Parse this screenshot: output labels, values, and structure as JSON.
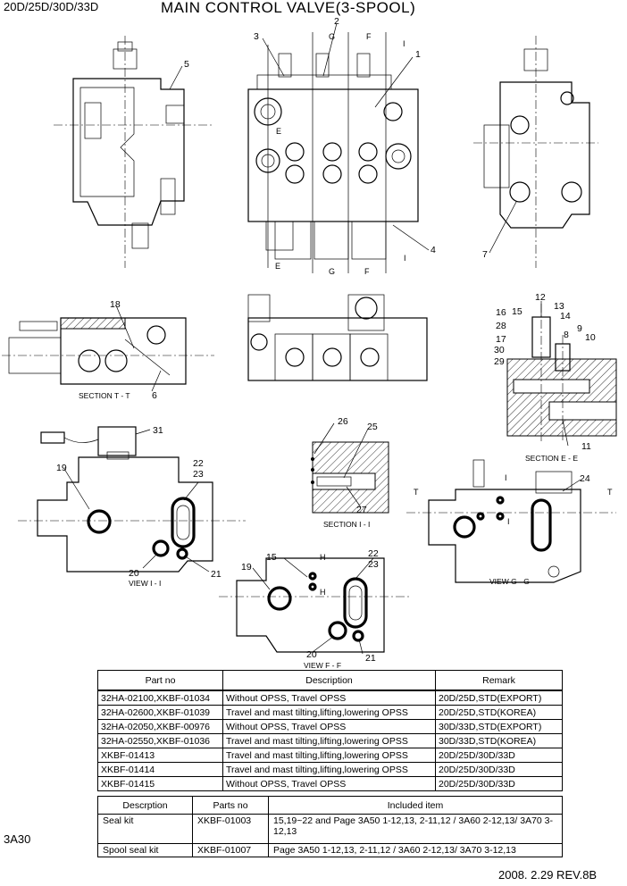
{
  "header": {
    "model_code": "20D/25D/30D/33D",
    "title": "MAIN CONTROL VALVE(3-SPOOL)"
  },
  "drawing": {
    "callouts": [
      "1",
      "2",
      "3",
      "4",
      "5",
      "6",
      "7",
      "8",
      "9",
      "10",
      "11",
      "12",
      "13",
      "14",
      "15",
      "16",
      "17",
      "18",
      "19",
      "20",
      "21",
      "22",
      "23",
      "24",
      "25",
      "26",
      "27",
      "28",
      "29",
      "30",
      "31"
    ],
    "section_letters": [
      "G",
      "F",
      "I",
      "E",
      "T",
      "H"
    ],
    "captions": {
      "section_t": "SECTION T - T",
      "section_e": "SECTION E - E",
      "section_i": "SECTION I - I",
      "view_i": "VIEW I - I",
      "view_g": "VIEW G - G",
      "view_f": "VIEW F - F"
    }
  },
  "parts_table": {
    "headers": [
      "Part no",
      "Description",
      "Remark"
    ],
    "rows": [
      [
        "32HA-02100,XKBF-01034",
        "Without OPSS, Travel OPSS",
        "20D/25D,STD(EXPORT)"
      ],
      [
        "32HA-02600,XKBF-01039",
        "Travel and mast tilting,lifting,lowering OPSS",
        "20D/25D,STD(KOREA)"
      ],
      [
        "32HA-02050,XKBF-00976",
        "Without OPSS, Travel OPSS",
        "30D/33D,STD(EXPORT)"
      ],
      [
        "32HA-02550,XKBF-01036",
        "Travel and mast tilting,lifting,lowering OPSS",
        "30D/33D,STD(KOREA)"
      ],
      [
        "XKBF-01413",
        "Travel and mast tilting,lifting,lowering OPSS",
        "20D/25D/30D/33D"
      ],
      [
        "XKBF-01414",
        "Travel and mast tilting,lifting,lowering OPSS",
        "20D/25D/30D/33D"
      ],
      [
        "XKBF-01415",
        "Without OPSS, Travel OPSS",
        "20D/25D/30D/33D"
      ]
    ]
  },
  "kit_table": {
    "headers": [
      "Descrption",
      "Parts no",
      "Included item"
    ],
    "rows": [
      [
        "Seal kit",
        "XKBF-01003",
        "15,19~22 and Page 3A50 1-12,13, 2-11,12 / 3A60 2-12,13/ 3A70 3-12,13"
      ],
      [
        "Spool seal kit",
        "XKBF-01007",
        "Page 3A50 1-12,13, 2-11,12 / 3A60 2-12,13/ 3A70 3-12,13"
      ]
    ]
  },
  "footer": {
    "page_code": "3A30",
    "date_rev": "2008. 2.29  REV.8B"
  }
}
